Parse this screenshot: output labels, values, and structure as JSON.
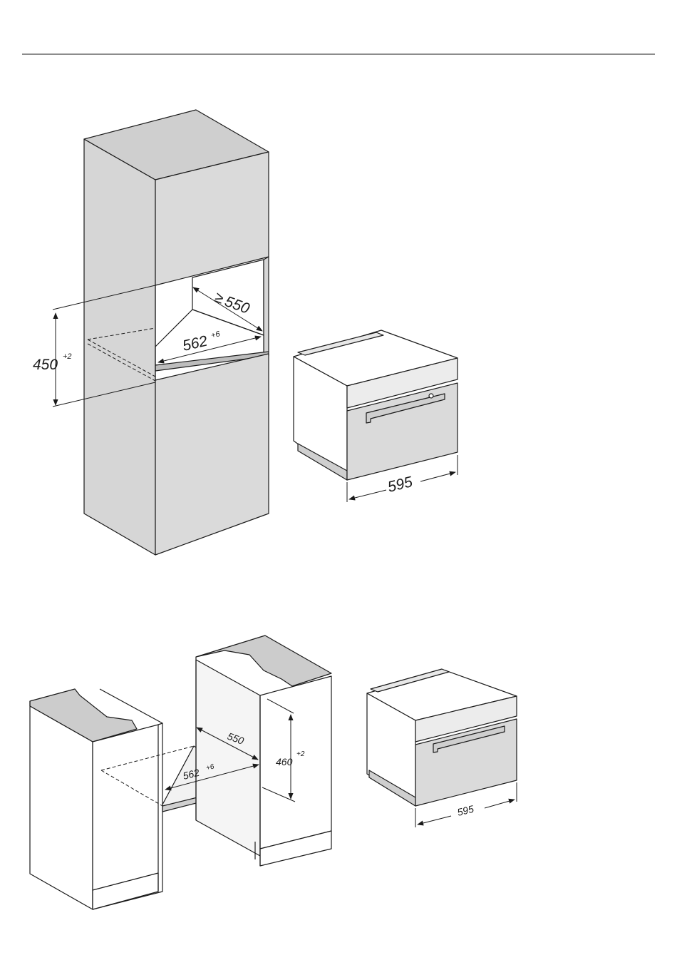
{
  "colors": {
    "cabinet_gray": "#d9d9d9",
    "appliance_gray": "#dedede",
    "worktop_gray": "#cccccc",
    "line": "#1a1a1a"
  },
  "tall_unit_installation": {
    "niche_height": "450",
    "niche_height_tolerance": "+2",
    "niche_width": "562",
    "niche_width_tolerance": "+6",
    "niche_depth_symbol": "≥",
    "niche_depth": "550",
    "appliance_width": "595"
  },
  "base_unit_installation": {
    "niche_height": "460",
    "niche_height_tolerance": "+2",
    "niche_width": "562",
    "niche_width_tolerance": "+6",
    "niche_depth": "550",
    "appliance_width": "595"
  }
}
